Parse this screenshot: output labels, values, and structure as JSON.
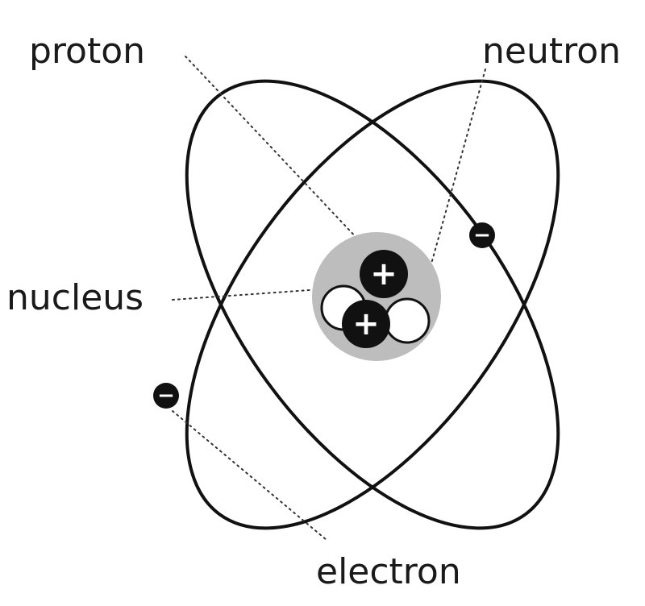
{
  "labels": {
    "proton": "proton",
    "neutron": "neutron",
    "nucleus": "nucleus",
    "electron": "electron"
  },
  "symbols": {
    "proton_charge": "+",
    "electron_charge": "−"
  },
  "colors": {
    "ink": "#111111",
    "nucleus_halo": "#bdbdbd",
    "neutron_fill": "#ffffff",
    "proton_fill": "#111111"
  }
}
